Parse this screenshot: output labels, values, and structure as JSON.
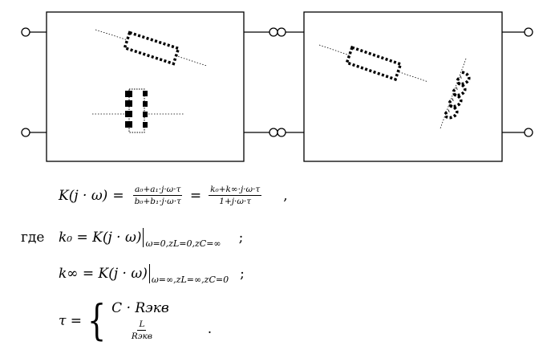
{
  "equation1": {
    "lhs": "K(j · ω)",
    "eq1": "=",
    "frac1_num": "a₀+a₁·j·ω·τ",
    "frac1_den": "b₀+b₁·j·ω·τ",
    "eq2": "=",
    "frac2_num": "k₀+k∞·j·ω·τ",
    "frac2_den": "1+j·ω·τ",
    "punct": ","
  },
  "equation2": {
    "prefix": "где",
    "lhs": "k₀ = K(j · ω)",
    "condition": "ω=0,zL=0,zC=∞",
    "punct": ";"
  },
  "equation3": {
    "lhs": "k∞ = K(j · ω)",
    "condition": "ω=∞,zL=∞,zC=0",
    "punct": ";"
  },
  "equation4": {
    "lhs": "τ =",
    "case1": "C · Rэкв",
    "case2_num": "L",
    "case2_den": "Rэкв",
    "punct": "."
  }
}
